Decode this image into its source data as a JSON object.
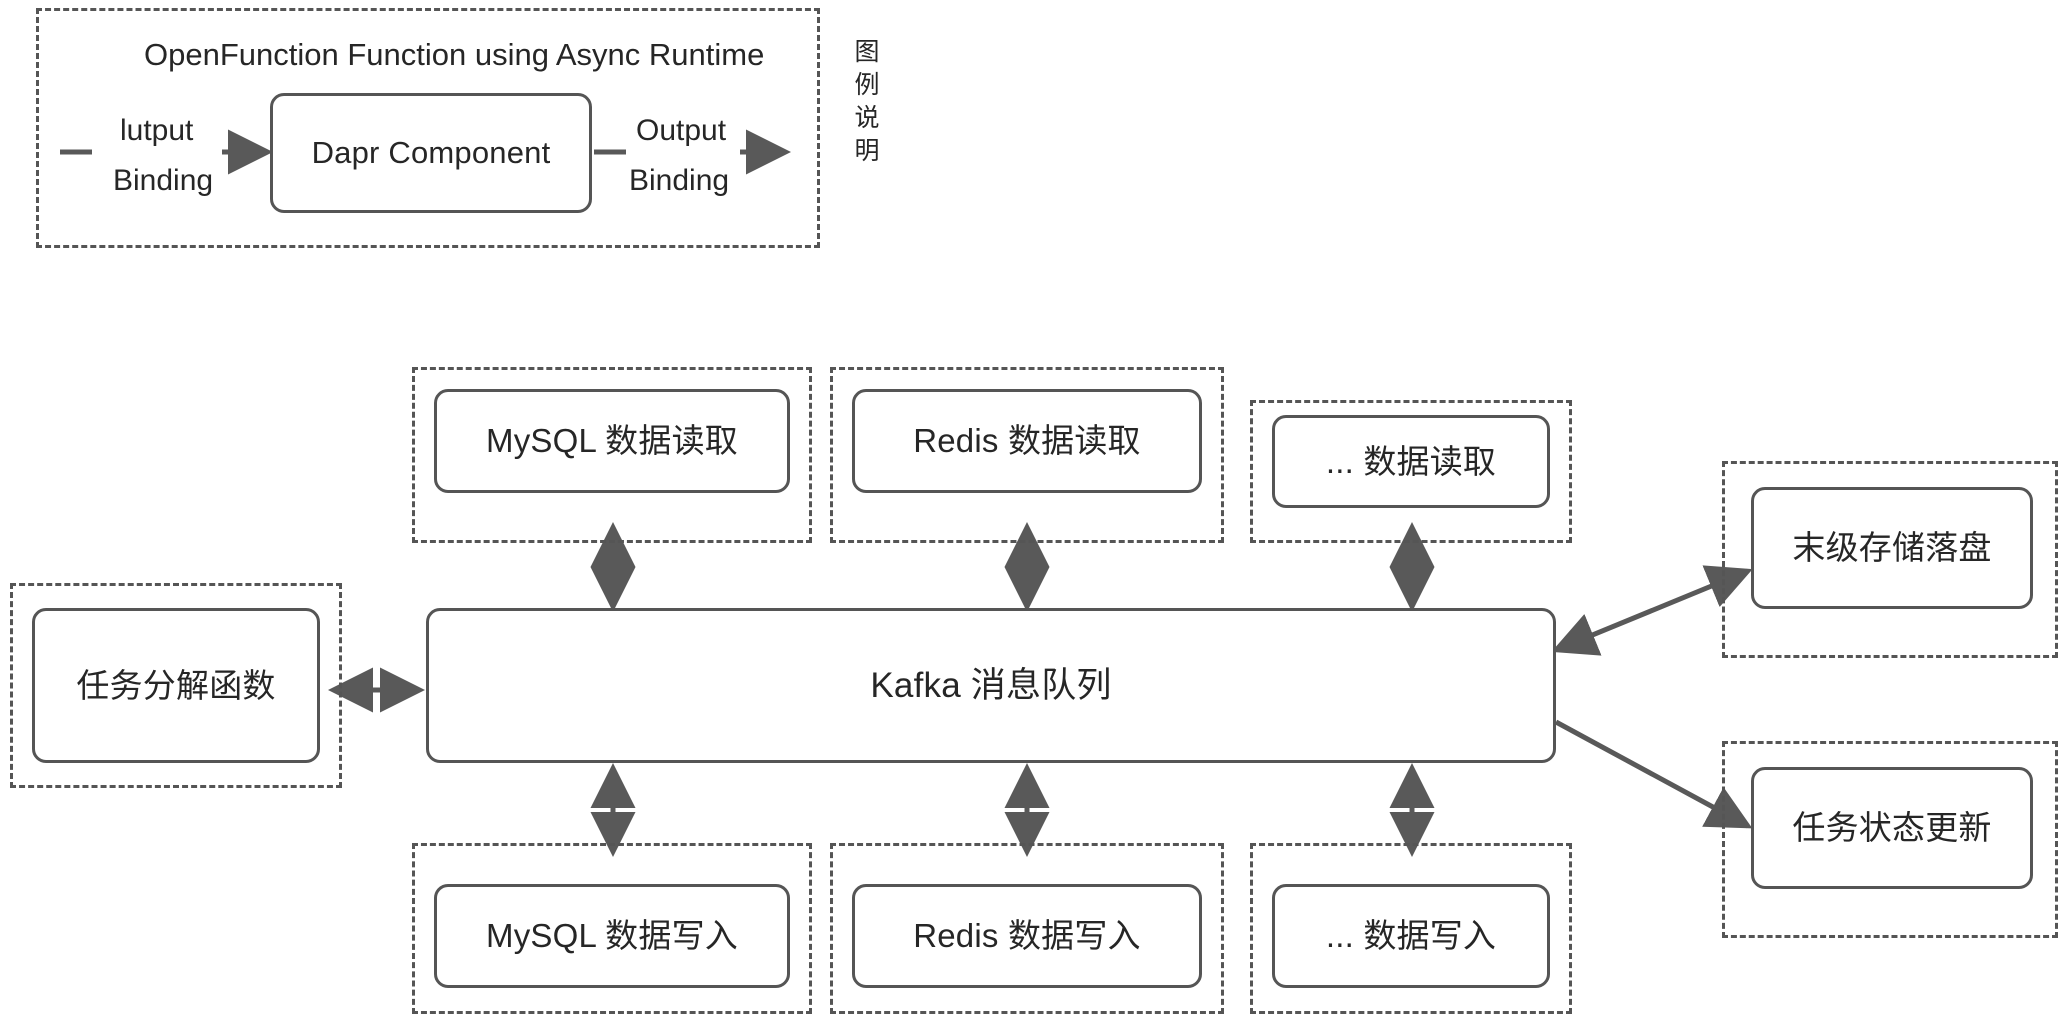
{
  "legend_panel": {
    "title": "OpenFunction Function using Async Runtime",
    "input_label_line1": "lutput",
    "input_label_line2": "Binding",
    "component_label": "Dapr Component",
    "output_label_line1": "Output",
    "output_label_line2": "Binding",
    "legend_caption": "图例说明"
  },
  "read_row": [
    {
      "label": "MySQL 数据读取",
      "name": "mysql-data-read"
    },
    {
      "label": "Redis 数据读取",
      "name": "redis-data-read"
    },
    {
      "label": "... 数据读取",
      "name": "other-data-read"
    }
  ],
  "write_row": [
    {
      "label": "MySQL 数据写入",
      "name": "mysql-data-write"
    },
    {
      "label": "Redis 数据写入",
      "name": "redis-data-write"
    },
    {
      "label": "... 数据写入",
      "name": "other-data-write"
    }
  ],
  "left_node": {
    "label": "任务分解函数"
  },
  "center_node": {
    "label": "Kafka 消息队列"
  },
  "right_nodes": [
    {
      "label": "末级存储落盘",
      "name": "final-storage-persist"
    },
    {
      "label": "任务状态更新",
      "name": "task-status-update"
    }
  ],
  "colors": {
    "stroke": "#555555",
    "connector": "#595959",
    "text": "#262626",
    "background": "#ffffff"
  }
}
